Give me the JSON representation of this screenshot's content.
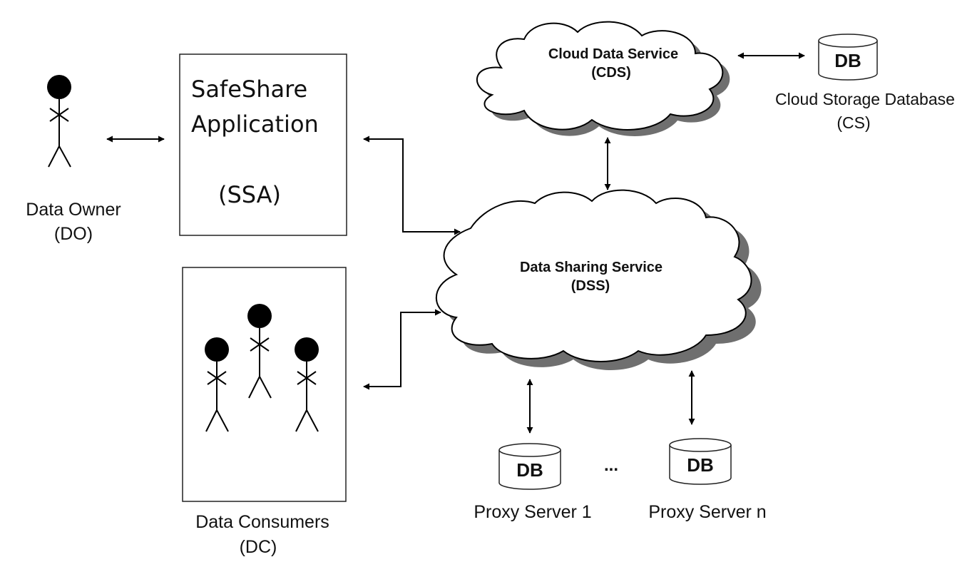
{
  "actors": {
    "data_owner": {
      "name": "Data Owner",
      "abbr": "(DO)"
    },
    "data_consumers": {
      "name": "Data Consumers",
      "abbr": "(DC)"
    }
  },
  "ssa": {
    "line1": "SafeShare",
    "line2": "Application",
    "abbr": "(SSA)"
  },
  "cds": {
    "name": "Cloud Data Service",
    "abbr": "(CDS)"
  },
  "dss": {
    "name": "Data Sharing Service",
    "abbr": "(DSS)"
  },
  "cloud_storage": {
    "db": "DB",
    "name": "Cloud Storage Database",
    "abbr": "(CS)"
  },
  "proxy_servers": [
    {
      "db": "DB",
      "name": "Proxy Server 1"
    },
    {
      "db": "DB",
      "name": "Proxy Server n"
    }
  ],
  "ellipsis": "..."
}
